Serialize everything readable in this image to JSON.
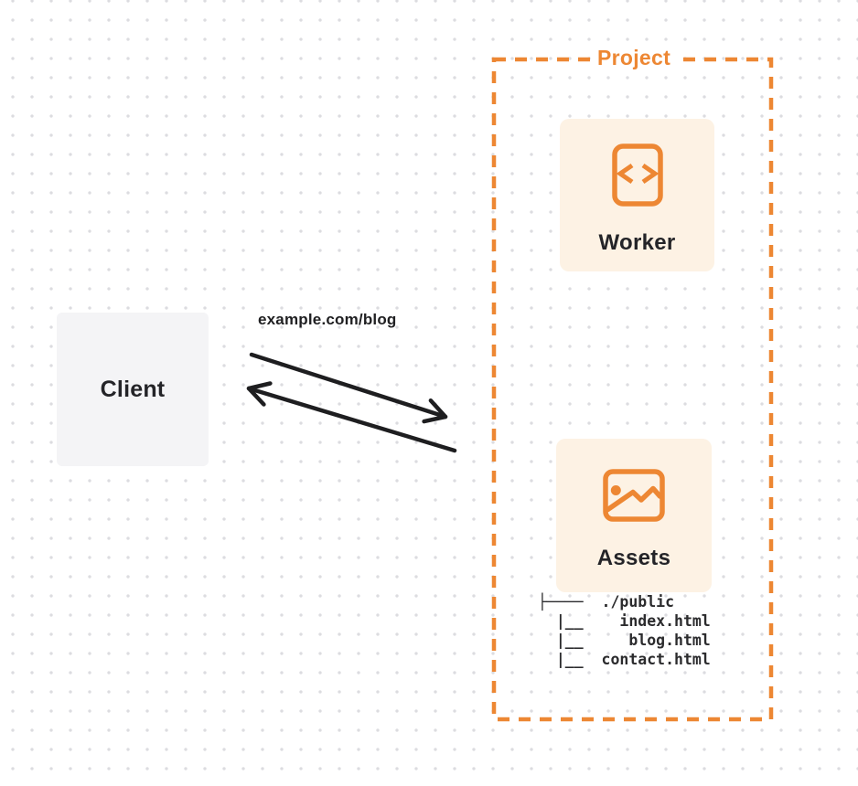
{
  "accent_color": "#ed8733",
  "client": {
    "label": "Client"
  },
  "request": {
    "url": "example.com/blog"
  },
  "project": {
    "label": "Project",
    "worker": {
      "label": "Worker",
      "icon": "code-file-icon"
    },
    "assets": {
      "label": "Assets",
      "icon": "image-icon"
    },
    "file_tree": {
      "root": "./public",
      "files": [
        "index.html",
        "blog.html",
        "contact.html"
      ],
      "lines": [
        "├────  ./public",
        "  |__    index.html",
        "  |__     blog.html",
        "  |__  contact.html"
      ]
    }
  }
}
